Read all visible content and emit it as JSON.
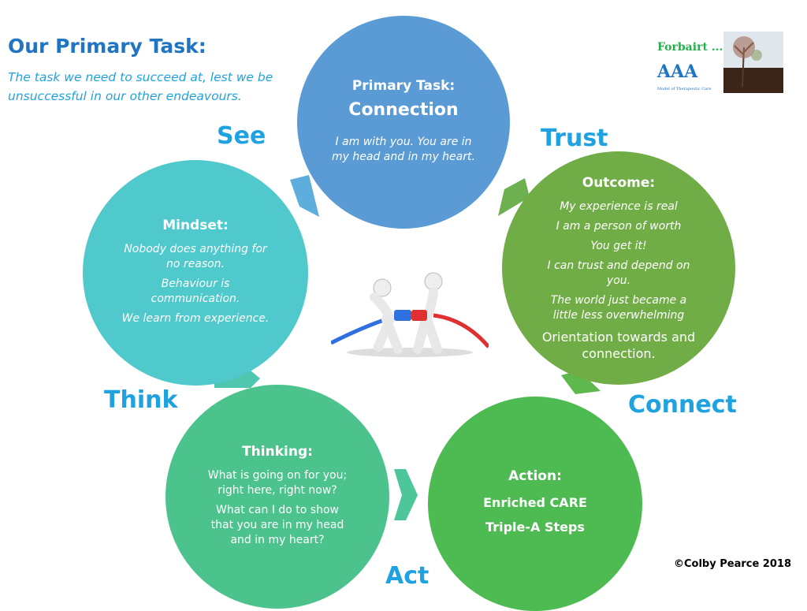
{
  "header": {
    "title": "Our Primary Task:",
    "subtitle": "The task we need to succeed at, lest we be unsuccessful in our other endeavours."
  },
  "logo": {
    "brand": "Forbairt ...",
    "mark": "AAA",
    "caption": "Model of Therapeutic Care"
  },
  "stage_labels": {
    "see": "See",
    "trust": "Trust",
    "think": "Think",
    "connect": "Connect",
    "act": "Act"
  },
  "circles": {
    "primary": {
      "heading": "Primary Task:",
      "title": "Connection",
      "text": "I am with you. You are in my head and in my heart.",
      "color": "#5B9BD5"
    },
    "mindset": {
      "heading": "Mindset:",
      "lines": [
        "Nobody does anything for no reason.",
        "Behaviour is communication.",
        "We learn from experience."
      ],
      "color": "#4FC9CB"
    },
    "outcome": {
      "heading": "Outcome:",
      "lines": [
        "My experience is real",
        "I am a person of worth",
        "You get it!",
        "I can trust and depend on you.",
        "The world just became a little less overwhelming"
      ],
      "footer": "Orientation towards and connection.",
      "color": "#71AD47"
    },
    "thinking": {
      "heading": "Thinking:",
      "lines": [
        "What is going on for you; right here, right now?",
        "What can I do to show that you are in my head and in my heart?"
      ],
      "color": "#4CC38C"
    },
    "action": {
      "heading": "Action:",
      "lines": [
        "Enriched CARE",
        "Triple-A Steps"
      ],
      "color": "#4DBB52"
    }
  },
  "copyright": "©Colby Pearce 2018"
}
